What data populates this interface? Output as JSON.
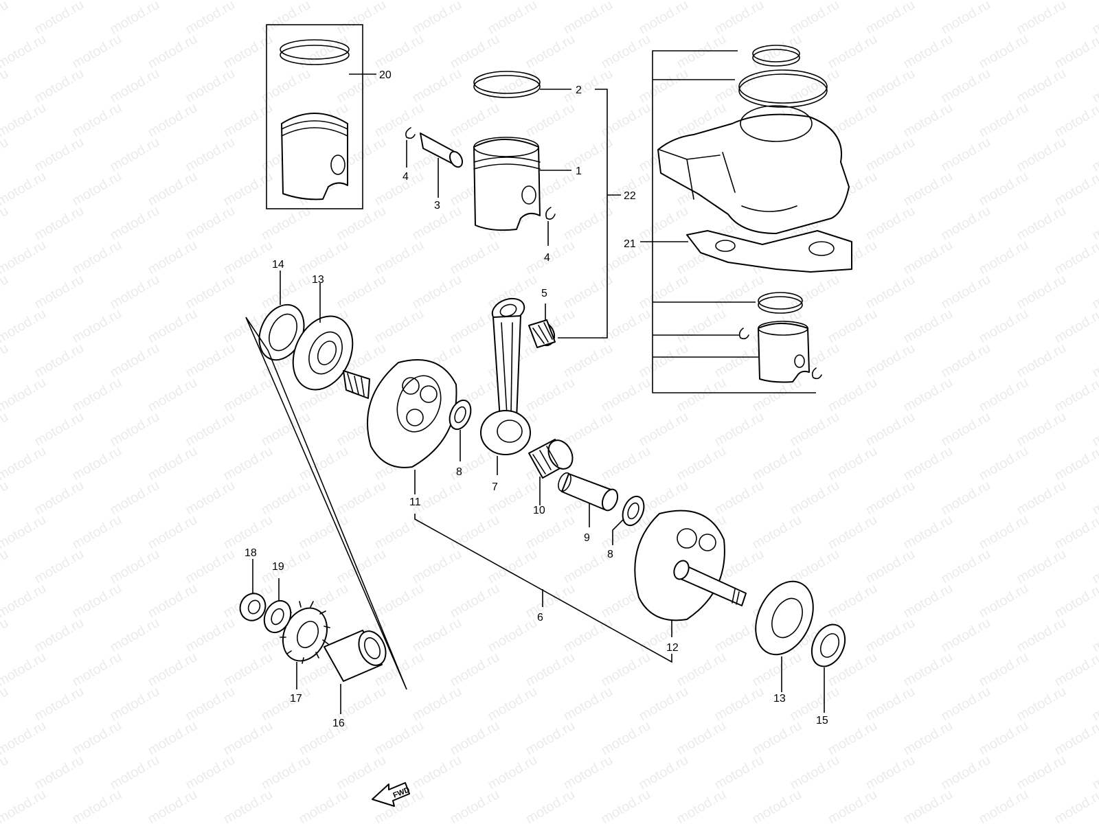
{
  "watermark": "motod.ru",
  "fwd_label": "FWD",
  "callouts": {
    "c20": "20",
    "c2": "2",
    "c1": "1",
    "c3": "3",
    "c4a": "4",
    "c4b": "4",
    "c22": "22",
    "c21": "21",
    "c14": "14",
    "c13a": "13",
    "c13b": "13",
    "c5": "5",
    "c8a": "8",
    "c8b": "8",
    "c7": "7",
    "c10": "10",
    "c9": "9",
    "c11": "11",
    "c6": "6",
    "c12": "12",
    "c15": "15",
    "c16": "16",
    "c17": "17",
    "c18": "18",
    "c19": "19"
  },
  "colors": {
    "line": "#000000",
    "background": "#ffffff"
  }
}
